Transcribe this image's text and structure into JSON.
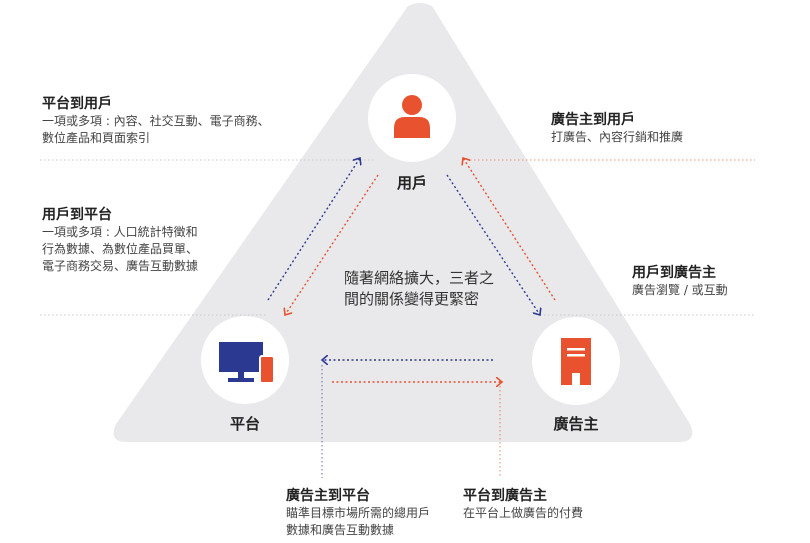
{
  "nodes": {
    "user": "用戶",
    "platform": "平台",
    "advertiser": "廣告主"
  },
  "center_text": "隨著網絡擴大，三者之間的關係變得更緊密",
  "relations": {
    "platform_to_user": {
      "title": "平台到用戶",
      "desc": "一項或多項 : 內容、社交互動、電子商務、數位產品和頁面索引"
    },
    "user_to_platform": {
      "title": "用戶到平台",
      "desc": "一項或多項 : 人口統計特徵和行為數據、為數位產品買單、電子商務交易、廣告互動數據"
    },
    "advertiser_to_user": {
      "title": "廣告主到用戶",
      "desc": "打廣告、內容行銷和推廣"
    },
    "user_to_advertiser": {
      "title": "用戶到廣告主",
      "desc": "廣告瀏覽 / 或互動"
    },
    "advertiser_to_platform": {
      "title": "廣告主到平台",
      "desc": "瞄準目標市場所需的總用戶數據和廣告互動數據"
    },
    "platform_to_advertiser": {
      "title": "平台到廣告主",
      "desc": "在平台上做廣告的付費"
    }
  },
  "colors": {
    "triangle": "#e9e9eb",
    "circle": "#ffffff",
    "orange": "#e8522e",
    "navy": "#2b3990"
  }
}
